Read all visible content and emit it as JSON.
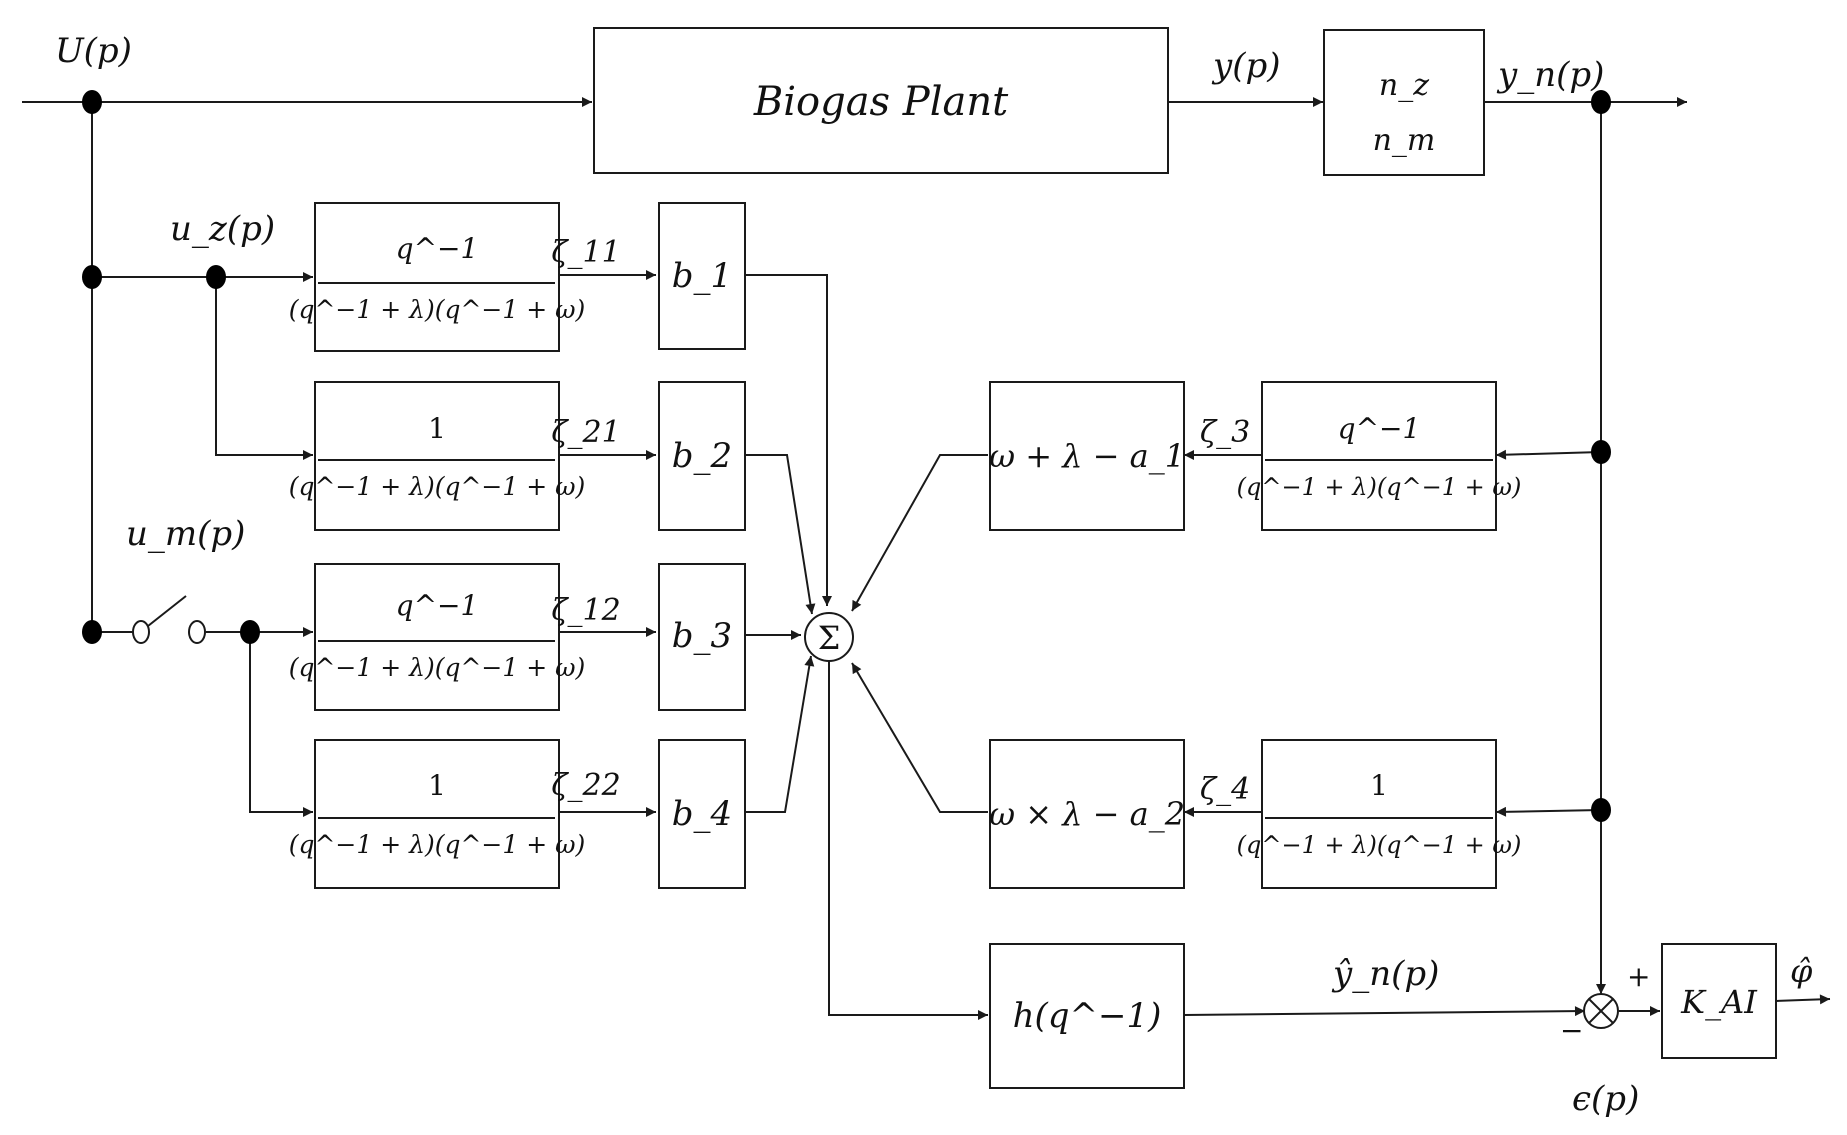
{
  "signals": {
    "input": "U(p)",
    "uz": "u_z(p)",
    "um": "u_m(p)",
    "y": "y(p)",
    "yn": "y_n(p)",
    "yhat": "ŷ_n(p)",
    "eps": "ϵ(p)",
    "phihat": "φ̂",
    "z11": "ζ_11",
    "z21": "ζ_21",
    "z12": "ζ_12",
    "z22": "ζ_22",
    "z3": "ζ_3",
    "z4": "ζ_4"
  },
  "blocks": {
    "plant": "Biogas Plant",
    "noise_top": "n_z",
    "noise_bottom": "n_m",
    "b1": "b_1",
    "b2": "b_2",
    "b3": "b_3",
    "b4": "b_4",
    "a1": "ω + λ − a_1",
    "a2": "ω × λ − a_2",
    "h": "h(q^−1)",
    "kai": "K_AI",
    "sum": "Σ"
  },
  "transfer_functions": {
    "num_q": "q^−1",
    "num_one": "1",
    "den": "(q^−1 + λ)(q^−1 + ω)"
  },
  "comparator": {
    "plus": "+",
    "minus": "−"
  }
}
